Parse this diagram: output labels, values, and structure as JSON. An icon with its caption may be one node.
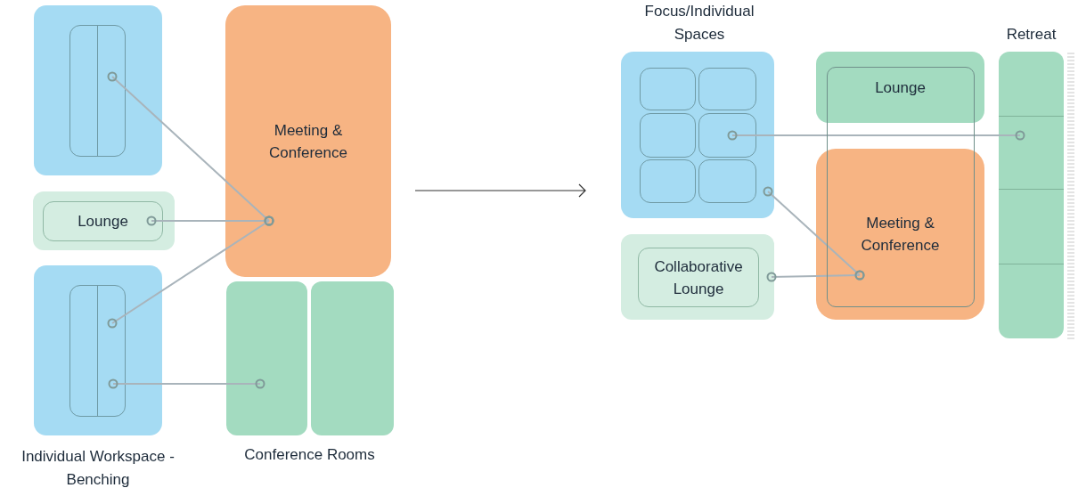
{
  "diagram": {
    "nodes": [
      {
        "text": [],
        "shape": "box"
      },
      {
        "text": [],
        "shape": "box",
        "in": 0
      },
      {
        "text": [],
        "shape": "box"
      },
      {
        "text": [
          "Lounge"
        ],
        "in": 2
      },
      {
        "text": [],
        "shape": "box",
        "beside": [
          "Individual Workspace - Benching"
        ]
      },
      {
        "text": [],
        "shape": "box",
        "in": 4
      },
      {
        "text": [
          "Meeting & Conference"
        ]
      },
      {
        "text": [],
        "shape": "box"
      },
      {
        "text": [],
        "shape": "box"
      },
      {
        "text": [],
        "shape": "box",
        "beside": [
          "Focus/Individual Spaces"
        ]
      },
      {
        "text": [],
        "shape": "box",
        "in": 9
      },
      {
        "text": [],
        "shape": "box",
        "in": 9
      },
      {
        "text": [],
        "shape": "box",
        "in": 9
      },
      {
        "text": [],
        "shape": "box",
        "in": 9
      },
      {
        "text": [],
        "shape": "box",
        "in": 9
      },
      {
        "text": [],
        "shape": "box",
        "in": 9
      },
      {
        "text": [],
        "shape": "box"
      },
      {
        "text": [
          "Collaborative Lounge"
        ],
        "in": 16
      },
      {
        "text": [
          "Lounge"
        ]
      },
      {
        "text": [
          "Meeting & Conference"
        ]
      },
      {
        "text": [],
        "shape": "box",
        "beside": [
          "Retreat"
        ]
      }
    ],
    "edges": [
      {
        "from": 1,
        "to": 6,
        "arrow": "other"
      },
      {
        "from": 3,
        "to": 6,
        "arrow": "other"
      },
      {
        "from": 5,
        "to": 6,
        "arrow": "other"
      },
      {
        "from": 5,
        "to": 7,
        "arrow": "other"
      },
      {
        "from": 13,
        "to": 20,
        "arrow": "other"
      },
      {
        "from": 9,
        "to": 19,
        "arrow": "other"
      },
      {
        "from": 17,
        "to": 19,
        "arrow": "other"
      }
    ],
    "labels": [
      "Conference Rooms"
    ]
  }
}
